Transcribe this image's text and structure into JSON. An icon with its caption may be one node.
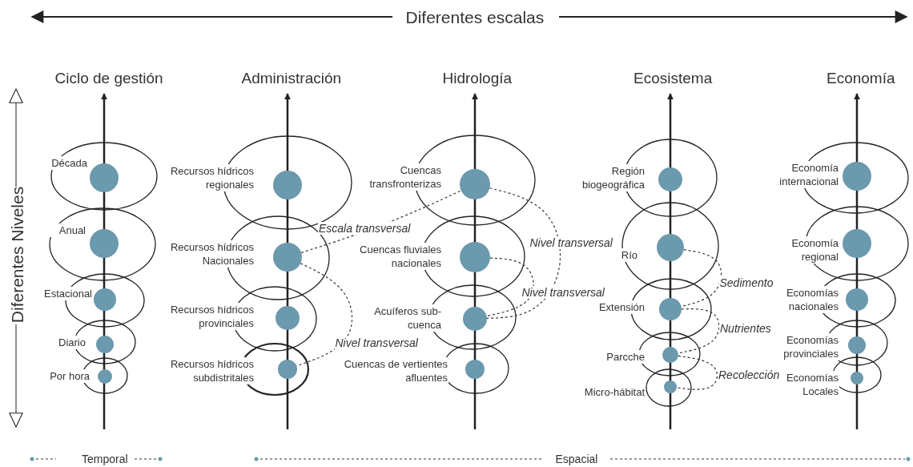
{
  "diagram": {
    "nodes": [
      {
        "text": [],
        "shape": "circle",
        "beside": [
          "Década"
        ]
      },
      {
        "text": [],
        "shape": "circle",
        "beside": [
          "Anual"
        ]
      },
      {
        "text": [],
        "shape": "circle",
        "beside": [
          "Estacional"
        ]
      },
      {
        "text": [],
        "shape": "circle",
        "beside": [
          "Diario"
        ]
      },
      {
        "text": [],
        "shape": "circle",
        "beside": [
          "Por hora"
        ]
      },
      {
        "text": [],
        "shape": "circle",
        "beside": [
          "Recursos hídricos regionales"
        ]
      },
      {
        "text": [],
        "shape": "circle",
        "beside": [
          "Recursos hídricos Nacionales"
        ]
      },
      {
        "text": [],
        "shape": "circle",
        "beside": [
          "Recursos hídricos provinciales"
        ]
      },
      {
        "text": [],
        "shape": "circle",
        "beside": [
          "Recursos hídricos subdistritales"
        ]
      },
      {
        "text": [],
        "shape": "circle",
        "beside": [
          "Cuencas transfronterizas"
        ]
      },
      {
        "text": [],
        "shape": "circle",
        "beside": [
          "Cuencas fluviales nacionales"
        ]
      },
      {
        "text": [],
        "shape": "circle",
        "beside": [
          "Acuíferos sub-cuenca"
        ]
      },
      {
        "text": [],
        "shape": "circle",
        "beside": [
          "Cuencas de vertientes afluentes"
        ]
      },
      {
        "text": [],
        "shape": "circle",
        "beside": [
          "Región biogeográfica"
        ]
      },
      {
        "text": [],
        "shape": "circle",
        "beside": [
          "Río"
        ]
      },
      {
        "text": [],
        "shape": "circle",
        "beside": [
          "Extensión"
        ]
      },
      {
        "text": [],
        "shape": "circle",
        "beside": [
          "Parcche"
        ]
      },
      {
        "text": [],
        "shape": "circle",
        "beside": [
          "Micro-hábitat"
        ]
      },
      {
        "text": [],
        "shape": "circle",
        "beside": [
          "Economía internacional"
        ]
      },
      {
        "text": [],
        "shape": "circle",
        "beside": [
          "Economía regional"
        ]
      },
      {
        "text": [],
        "shape": "circle",
        "beside": [
          "Economías nacionales"
        ]
      },
      {
        "text": [],
        "shape": "circle",
        "beside": [
          "Economías provinciales"
        ]
      },
      {
        "text": [],
        "shape": "circle",
        "beside": [
          "Economías Locales"
        ]
      }
    ],
    "edges": [
      {
        "from": 6,
        "to": 9,
        "arrow": "none",
        "style": "dashed",
        "label": "Escala transversal"
      },
      {
        "from": 6,
        "to": 8,
        "arrow": "none",
        "style": "dashed",
        "label": "Nivel transversal"
      },
      {
        "from": 9,
        "to": 11,
        "arrow": "none",
        "style": "dashed",
        "label": "Nivel transversal"
      },
      {
        "from": 10,
        "to": 11,
        "arrow": "none",
        "style": "dashed",
        "label": "Nivel transversal"
      },
      {
        "from": 14,
        "to": 15,
        "arrow": "none",
        "style": "dashed",
        "label": "Sedimento"
      },
      {
        "from": 15,
        "to": 16,
        "arrow": "none",
        "style": "dashed",
        "label": "Nutrientes"
      },
      {
        "from": 16,
        "to": 17,
        "arrow": "none",
        "style": "dashed",
        "label": "Recolección"
      }
    ],
    "labels": [
      "Diferentes escalas",
      "Ciclo de gestión",
      "Administración",
      "Hidrología",
      "Ecosistema",
      "Economía",
      "Diferentes Niveles",
      "Temporal",
      "Espacial"
    ]
  }
}
